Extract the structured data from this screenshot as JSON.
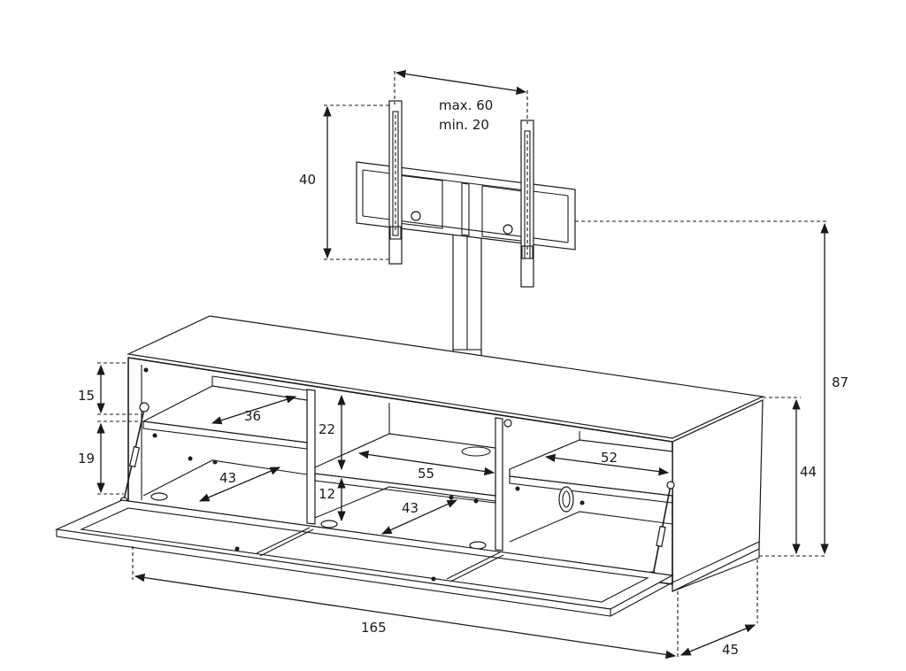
{
  "labels": {
    "width_max": "max. 60",
    "width_min": "min. 20",
    "bracket_height": "40",
    "total_height": "87",
    "cabinet_height": "44",
    "cabinet_width": "165",
    "cabinet_depth": "45",
    "left_top_height": "15",
    "left_bottom_height": "19",
    "left_shelf_depth": "36",
    "left_floor_depth": "43",
    "mid_upper_height": "22",
    "mid_lower_height": "12",
    "mid_shelf_depth": "55",
    "mid_floor_depth": "43",
    "right_shelf_depth": "52"
  }
}
